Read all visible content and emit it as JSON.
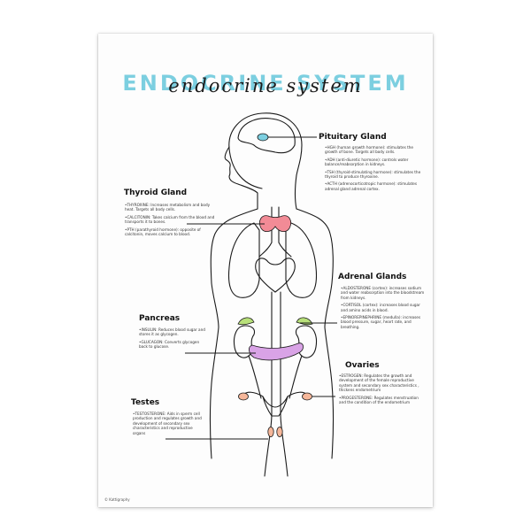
{
  "title": {
    "back_text": "ENDOCRINE SYSTEM",
    "front_text": "endocrine system"
  },
  "glands": {
    "pituitary": {
      "label": "Pituitary Gland",
      "lines": [
        "•HGH (human growth hormone): stimulates the growth of bone. Targets all body cells.",
        "•ADH (anti-diuretic hormone): controls water balance/reabsorption in kidneys.",
        "•TSH (thyroid-stimulating hormone): stimulates the thyroid to produce thyroxine.",
        "•ACTH (adrenocorticotropic hormone): stimulates adrenal gland adrenal cortex."
      ]
    },
    "thyroid": {
      "label": "Thyroid Gland",
      "lines": [
        "•THYROXINE: Increases metabolism and body heat. Targets all body cells.",
        "•CALCITONIN: Takes calcium from the blood and transports it to bones.",
        "•PTH (parathyroid hormone): opposite of calcitonin, moves calcium to blood."
      ]
    },
    "adrenal": {
      "label": "Adrenal Glands",
      "lines": [
        "•ALDOSTERONE (cortex): increases sodium and water reabsorption into the bloodstream from kidneys.",
        "•CORTISOL (cortex): increases blood sugar and amino acids in blood.",
        "•EPINOREPINEPHRINE (medulla): increases blood pressure, sugar, heart rate, and breathing."
      ]
    },
    "pancreas": {
      "label": "Pancreas",
      "lines": [
        "•INSULIN: Reduces blood sugar and stores it as glycogen.",
        "•GLUCAGON: Converts glycogen back to glucose."
      ]
    },
    "ovaries": {
      "label": "Ovaries",
      "lines": [
        "•ESTROGEN: Regulates the growth and development of the female reproductive system and secondary sex characteristics , thickens endometrium",
        "•PROGESTERONE: Regulates menstruation and the condition of the endometrium"
      ]
    },
    "testes": {
      "label": "Testes",
      "lines": [
        "•TESTOSTERONE: Aids in sperm cell production and regulates growth and development of secondary sex characteristics and reproductive organs"
      ]
    }
  },
  "credit": "© Kattigraphy",
  "colors": {
    "title_accent": "#7ccfe0",
    "pituitary": "#7ccfe0",
    "thyroid": "#f28b96",
    "adrenal": "#b8e07a",
    "pancreas": "#d9a3e6",
    "ovaries": "#f6b79a",
    "testes": "#f6b79a",
    "outline": "#1a1a1a"
  },
  "icons": [
    "pituitary-gland-icon",
    "thyroid-gland-icon",
    "adrenal-gland-icon",
    "pancreas-icon",
    "ovaries-icon",
    "testes-icon"
  ]
}
